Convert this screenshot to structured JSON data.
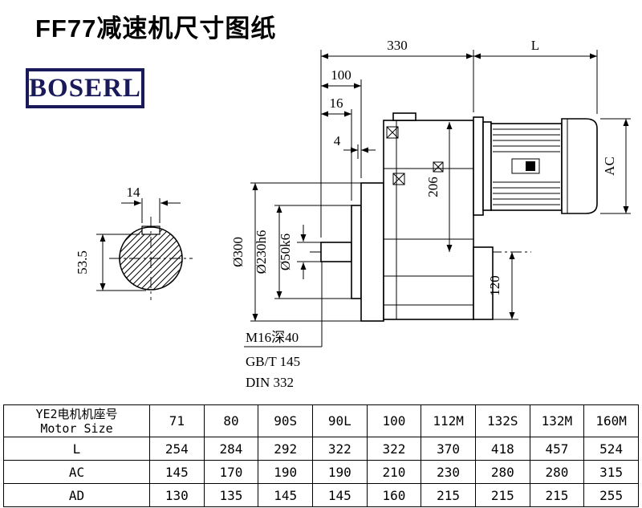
{
  "title": "FF77减速机尺寸图纸",
  "logo": {
    "text": "BOSERL",
    "color": "#1a1a5a"
  },
  "drawing": {
    "dims": {
      "width_330": "330",
      "motor_length": "L",
      "dim_100": "100",
      "dim_16": "16",
      "dim_4": "4",
      "key_width": "14",
      "key_height": "53.5",
      "motor_height": "AC",
      "dim_206": "206",
      "dim_120": "120",
      "flange_dia": "Ø300",
      "spigot_dia": "Ø230h6",
      "shaft_dia": "Ø50k6",
      "tap_note": "M16深40",
      "std_gb": "GB/T 145",
      "std_din": "DIN 332"
    }
  },
  "table": {
    "header_col_line1": "YE2电机机座号",
    "header_col_line2": "Motor Size",
    "sizes": [
      "71",
      "80",
      "90S",
      "90L",
      "100",
      "112M",
      "132S",
      "132M",
      "160M"
    ],
    "rows": [
      {
        "label": "L",
        "values": [
          "254",
          "284",
          "292",
          "322",
          "322",
          "370",
          "418",
          "457",
          "524"
        ]
      },
      {
        "label": "AC",
        "values": [
          "145",
          "170",
          "190",
          "190",
          "210",
          "230",
          "280",
          "280",
          "315"
        ]
      },
      {
        "label": "AD",
        "values": [
          "130",
          "135",
          "145",
          "145",
          "160",
          "215",
          "215",
          "215",
          "255"
        ]
      }
    ]
  }
}
